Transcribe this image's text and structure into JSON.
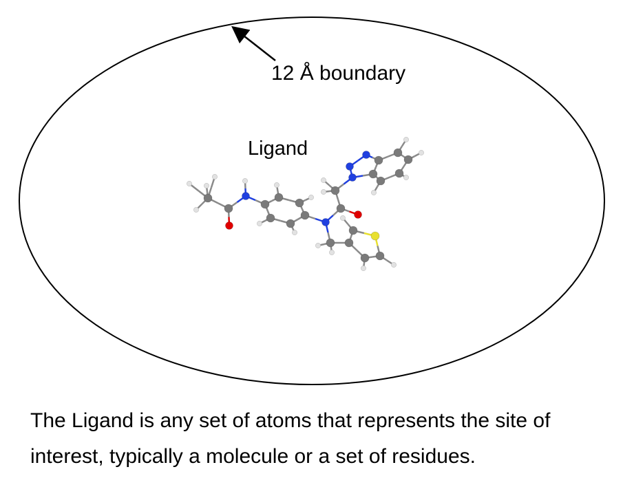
{
  "labels": {
    "boundary": "12 Å boundary",
    "ligand": "Ligand"
  },
  "caption": {
    "line1": "The Ligand is any set of atoms that represents the site of",
    "line2": "interest, typically a molecule or a set of residues."
  },
  "colors": {
    "carbon": "#7a7a7a",
    "hydrogen": "#e2e2e2",
    "nitrogen": "#2040e0",
    "oxygen": "#e00000",
    "sulfur": "#e8e030",
    "outline": "#000000"
  }
}
